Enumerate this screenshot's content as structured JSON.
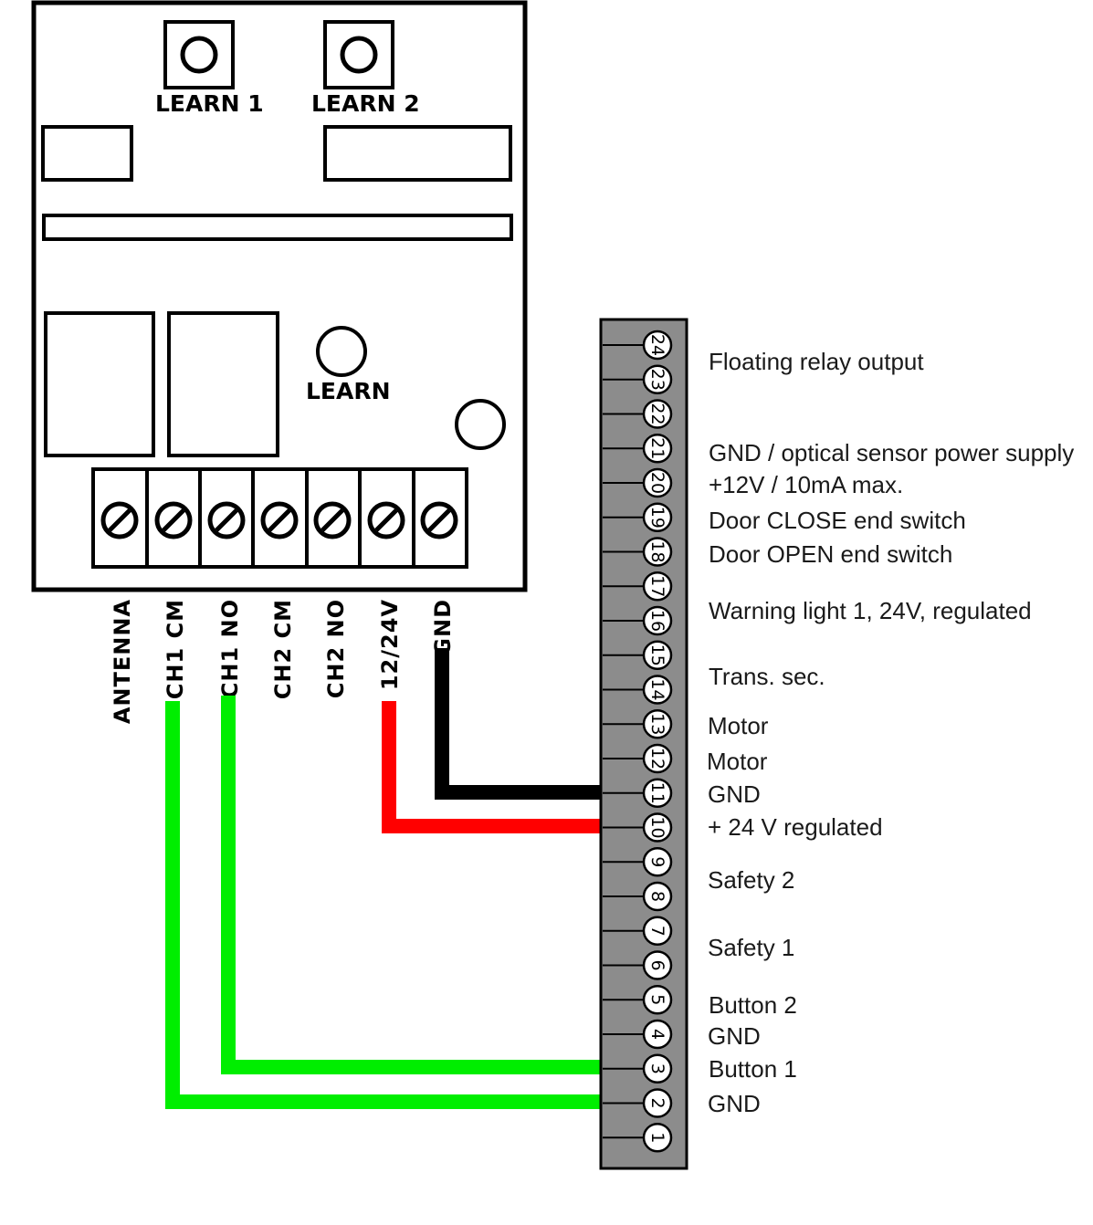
{
  "receiver": {
    "learn1_label": "LEARN 1",
    "learn2_label": "LEARN 2",
    "learn_label": "LEARN",
    "terminal_labels": [
      "ANTENNA",
      "CH1 CM",
      "CH1 NO",
      "CH2 CM",
      "CH2 NO",
      "12/24V",
      "GND"
    ]
  },
  "terminal_block": {
    "numbers": [
      "24",
      "23",
      "22",
      "21",
      "20",
      "19",
      "18",
      "17",
      "16",
      "15",
      "14",
      "13",
      "12",
      "11",
      "10",
      "9",
      "8",
      "7",
      "6",
      "5",
      "4",
      "3",
      "2",
      "1"
    ],
    "descriptions": [
      "Floating relay output",
      "GND /  optical sensor power supply",
      "+12V / 10mA max.",
      "Door CLOSE end switch",
      "Door OPEN end switch",
      "Warning light 1, 24V, regulated",
      "Trans. sec.",
      "Motor",
      "Motor",
      "GND",
      "+ 24 V regulated",
      "Safety 2",
      "Safety 1",
      "Button 2",
      "GND",
      "Button 1",
      "GND"
    ]
  },
  "wires": [
    {
      "from": "GND",
      "to": "11",
      "color": "#000000"
    },
    {
      "from": "12/24V",
      "to": "10",
      "color": "#ff0000"
    },
    {
      "from": "CH1 NO",
      "to": "3",
      "color": "#00ee00"
    },
    {
      "from": "CH1 CM",
      "to": "2",
      "color": "#00ee00"
    }
  ]
}
